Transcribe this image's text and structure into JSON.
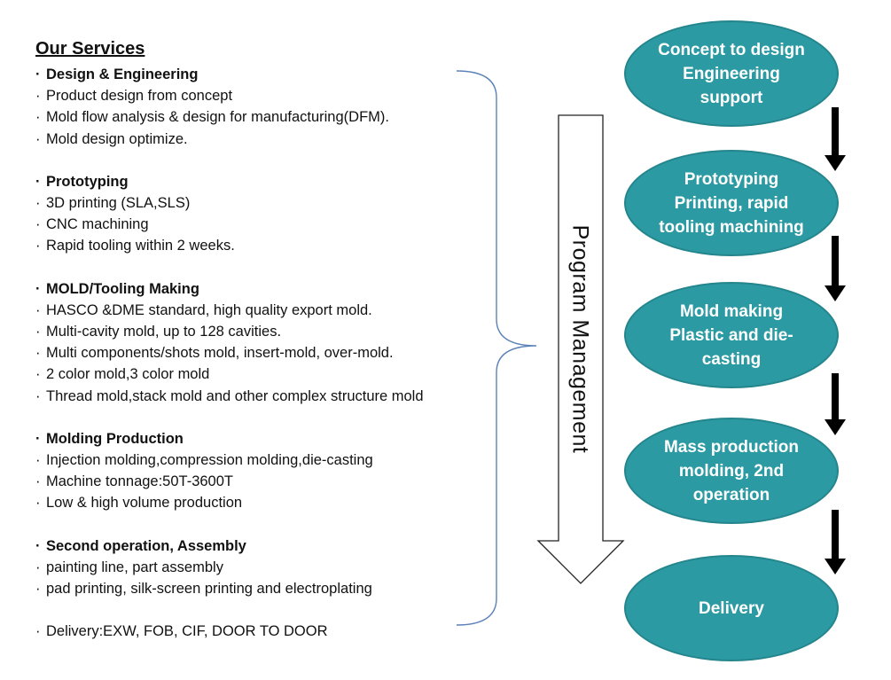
{
  "services": {
    "title": "Our Services",
    "bullet": "·",
    "sections": [
      {
        "heading": "Design & Engineering",
        "items": [
          "Product design from concept",
          "Mold flow analysis & design for manufacturing(DFM).",
          "Mold design optimize."
        ]
      },
      {
        "heading": "Prototyping",
        "items": [
          "3D printing (SLA,SLS)",
          "CNC machining",
          "Rapid tooling within 2 weeks."
        ]
      },
      {
        "heading": "MOLD/Tooling Making",
        "items": [
          "HASCO &DME standard, high quality export mold.",
          "Multi-cavity mold, up to 128 cavities.",
          "Multi components/shots mold, insert-mold, over-mold.",
          "2 color mold,3 color mold",
          "Thread mold,stack mold and other complex structure mold"
        ]
      },
      {
        "heading": "Molding Production",
        "items": [
          "Injection molding,compression molding,die-casting",
          "Machine tonnage:50T-3600T",
          "Low & high volume production"
        ]
      },
      {
        "heading": "Second operation, Assembly",
        "items": [
          "painting line, part  assembly",
          "pad printing, silk-screen printing and electroplating"
        ]
      }
    ],
    "delivery": "Delivery:EXW, FOB, CIF, DOOR TO DOOR"
  },
  "program_label": "Program Management",
  "flow": [
    {
      "label": "Concept to design\nEngineering\nsupport"
    },
    {
      "label": "Prototyping\nPrinting, rapid\ntooling machining"
    },
    {
      "label": "Mold making\nPlastic and die-\ncasting"
    },
    {
      "label": "Mass production\nmolding, 2nd\noperation"
    },
    {
      "label": "Delivery"
    }
  ],
  "colors": {
    "node_fill": "#2b9aa3",
    "brace": "#5b82b8",
    "arrow": "#000000"
  }
}
